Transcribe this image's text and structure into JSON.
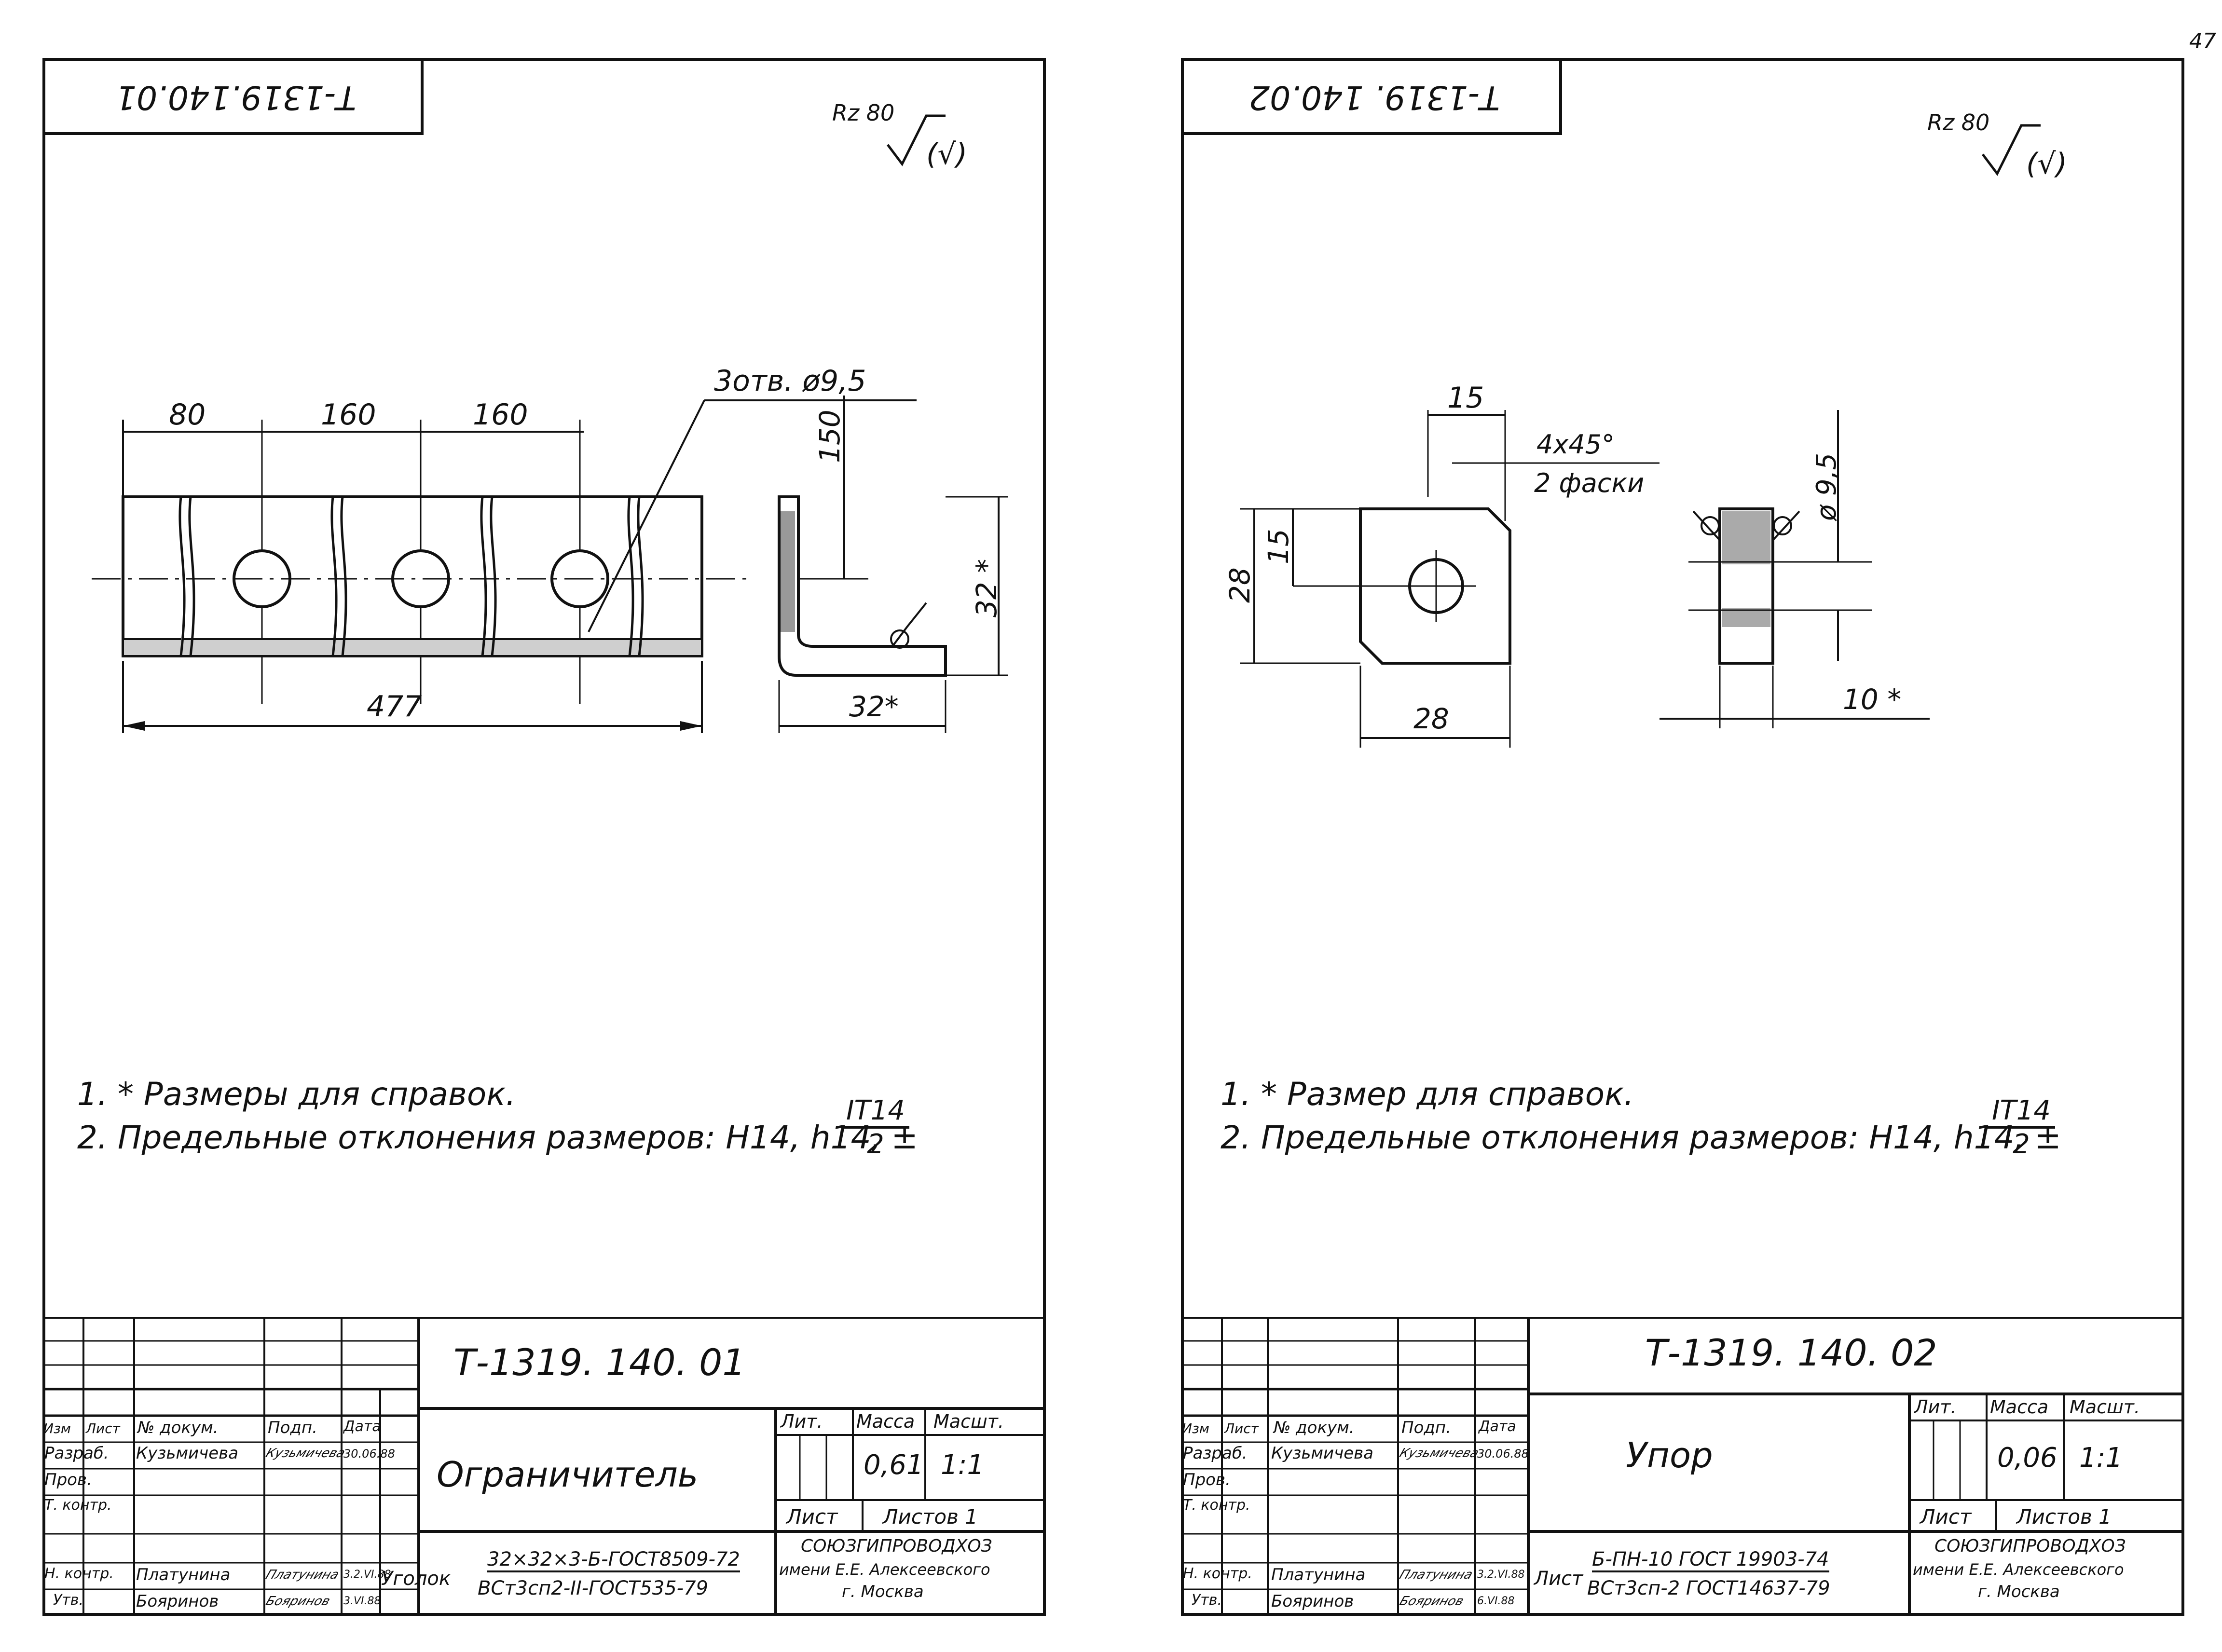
{
  "page_number": "47",
  "sheets": [
    {
      "code_rotated": "Т-1319.140.01",
      "surface_mark": "Rz 80",
      "surface_mark_paren": "(√)",
      "dims": {
        "d80": "80",
        "d160a": "160",
        "d160b": "160",
        "d477": "477",
        "d150": "150",
        "d32v": "32 *",
        "d32h": "32*",
        "holes": "3отв. ø9,5"
      },
      "notes": [
        "1. * Размеры для справок.",
        "2. Предельные отклонения размеров: Н14, h14, ±"
      ],
      "tol_num": "IT14",
      "tol_den": "2",
      "title": {
        "code": "Т-1319. 140. 01",
        "name": "Ограничитель",
        "hdr": [
          "Изм",
          "Лист",
          "№ докум.",
          "Подп.",
          "Дата"
        ],
        "roles": [
          "Разраб.",
          "Пров.",
          "Т. контр.",
          "Н. контр.",
          "Утв."
        ],
        "names": [
          "Кузьмичева",
          "",
          "",
          "Платунина",
          "Бояринов"
        ],
        "signs": [
          "Кузьмичева",
          "",
          "",
          "Платунина",
          "Бояринов"
        ],
        "dates": [
          "30.06.88",
          "",
          "",
          "3.2.VI.88",
          "3.VI.88"
        ],
        "lit": "Лит.",
        "mass": "Масса",
        "scale": "Масшт.",
        "mass_val": "0,61",
        "scale_val": "1:1",
        "sheet": "Лист",
        "sheets": "Листов 1",
        "material_prefix": "Уголок",
        "material_top": "32×32×3-Б-ГОСТ8509-72",
        "material_bot": "ВСт3сп2-II-ГОСТ535-79",
        "org": [
          "СОЮЗГИПРОВОДХОЗ",
          "имени Е.Е. Алексеевского",
          "г. Москва"
        ]
      }
    },
    {
      "code_rotated": "Т-1319. 140.02",
      "surface_mark": "Rz 80",
      "surface_mark_paren": "(√)",
      "dims": {
        "d15top": "15",
        "chamfer": "4х45°",
        "chamfer2": "2 фаски",
        "d15left": "15",
        "d28left": "28",
        "d28bot": "28",
        "d95": "ø 9,5",
        "d10": "10 *"
      },
      "notes": [
        "1. * Размер для справок.",
        "2. Предельные отклонения размеров: Н14, h14, ±"
      ],
      "tol_num": "IT14",
      "tol_den": "2",
      "title": {
        "code": "Т-1319. 140. 02",
        "name": "Упор",
        "hdr": [
          "Изм",
          "Лист",
          "№ докум.",
          "Подп.",
          "Дата"
        ],
        "roles": [
          "Разраб.",
          "Пров.",
          "Т. контр.",
          "Н. контр.",
          "Утв."
        ],
        "names": [
          "Кузьмичева",
          "",
          "",
          "Платунина",
          "Бояринов"
        ],
        "signs": [
          "Кузьмичева",
          "",
          "",
          "Платунина",
          "Бояринов"
        ],
        "dates": [
          "30.06.88",
          "",
          "",
          "3.2.VI.88",
          "6.VI.88"
        ],
        "lit": "Лит.",
        "mass": "Масса",
        "scale": "Масшт.",
        "mass_val": "0,06",
        "scale_val": "1:1",
        "sheet": "Лист",
        "sheets": "Листов 1",
        "material_prefix": "Лист",
        "material_top": "Б-ПН-10 ГОСТ 19903-74",
        "material_bot": "ВСт3сп-2 ГОСТ14637-79",
        "org": [
          "СОЮЗГИПРОВОДХОЗ",
          "имени Е.Е. Алексеевского",
          "г. Москва"
        ]
      }
    }
  ]
}
